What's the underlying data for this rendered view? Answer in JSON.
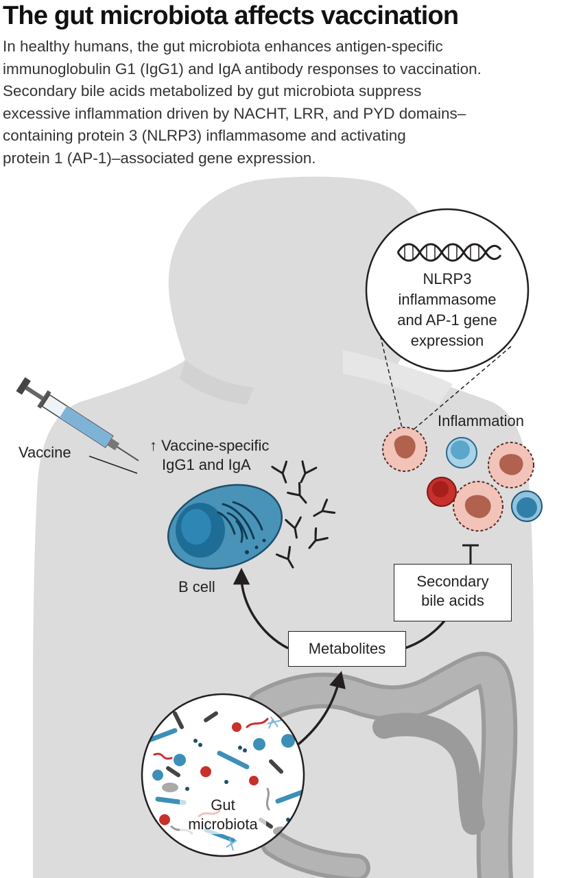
{
  "title": "The gut microbiota affects vaccination",
  "intro": [
    "In healthy humans, the gut microbiota enhances antigen-specific",
    "immunoglobulin G1 (IgG1) and IgA antibody responses to vaccination.",
    "Secondary bile acids metabolized by gut microbiota suppress",
    "excessive inflammation driven by NACHT, LRR, and PYD domains–",
    "containing protein 3 (NLRP3) inflammasome and activating",
    "protein 1 (AP-1)–associated gene expression."
  ],
  "labels": {
    "vaccine": "Vaccine",
    "vaccine_specific_line1": "↑ Vaccine-specific",
    "vaccine_specific_line2": "IgG1 and IgA",
    "b_cell": "B cell",
    "inflammation": "Inflammation",
    "gene_line1": "NLRP3",
    "gene_line2": "inflammasome",
    "gene_line3": "and AP-1 gene",
    "gene_line4": "expression",
    "secondary_line1": "Secondary",
    "secondary_line2": "bile acids",
    "metabolites": "Metabolites",
    "gut_line1": "Gut",
    "gut_line2": "microbiota"
  },
  "colors": {
    "silhouette": "#dcdcdc",
    "b_cell": "#4a93b8",
    "inflammatory_cell": "#f2c3b8",
    "red_cell": "#c8302c",
    "blue_cell": "#5aa7cb",
    "intestine": "#a6a6a6"
  }
}
